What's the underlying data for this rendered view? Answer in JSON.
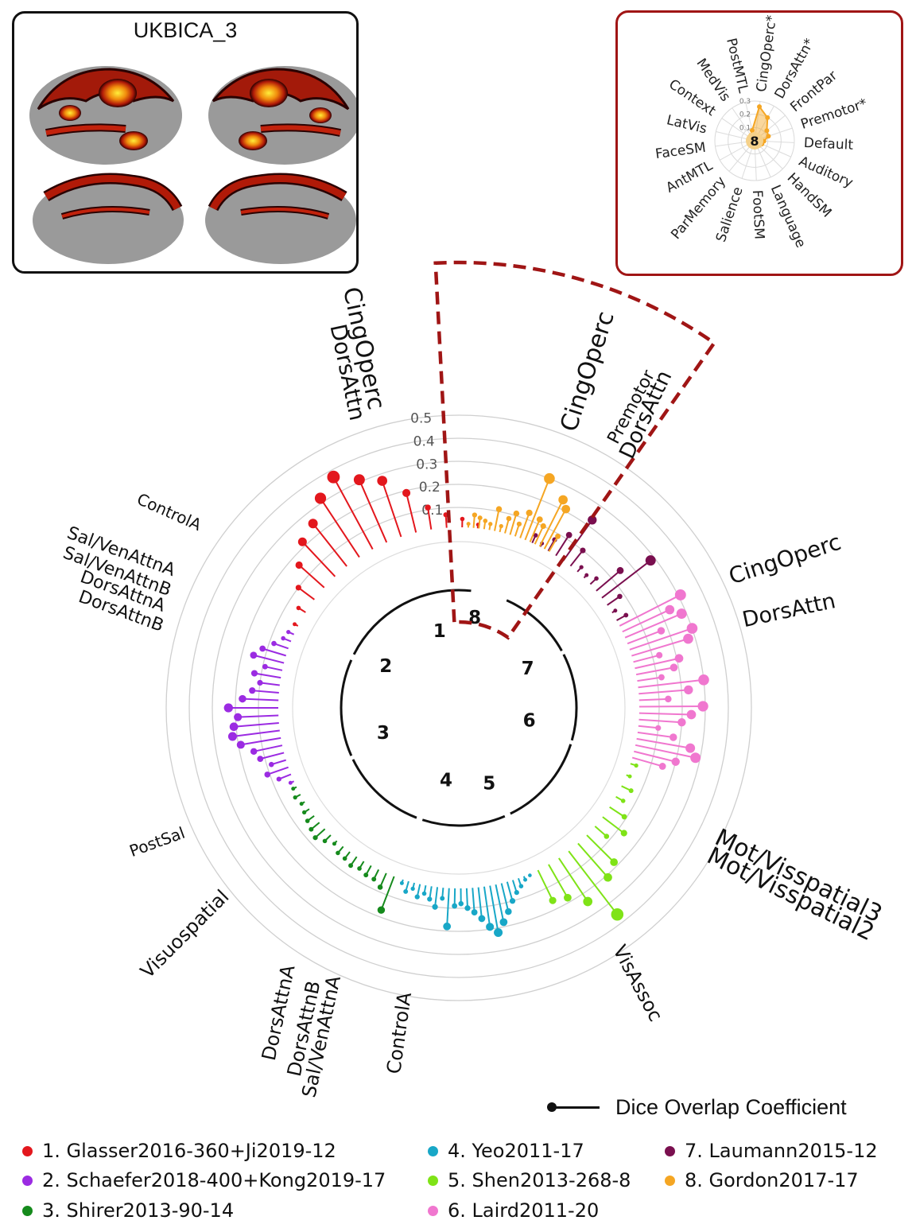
{
  "brain_panel": {
    "title": "UKBICA_3",
    "image": "brain-surface-maps"
  },
  "radar_panel": {
    "center_label": "8",
    "ticks": [
      "0.1",
      "0.2",
      "0.3"
    ],
    "labels": [
      "CingOperc*",
      "DorsAttn*",
      "FrontPar",
      "Premotor*",
      "Default",
      "Auditory",
      "HandSM",
      "Language",
      "FootSM",
      "Salience",
      "ParMemory",
      "AntMTL",
      "FaceSM",
      "LatVis",
      "Context",
      "MedVis",
      "PostMTL"
    ],
    "values": [
      0.26,
      0.2,
      0.12,
      0.11,
      0.07,
      0.06,
      0.05,
      0.04,
      0.03,
      0.03,
      0.03,
      0.03,
      0.03,
      0.04,
      0.04,
      0.05,
      0.08
    ],
    "color": "#f5a623"
  },
  "chart_data": {
    "type": "circular-lollipop",
    "r_ticks": [
      "0.1",
      "0.2",
      "0.3",
      "0.4",
      "0.5"
    ],
    "r_max": 0.5,
    "sector_labels": [
      "1",
      "2",
      "3",
      "4",
      "5",
      "6",
      "7",
      "8"
    ],
    "highlight_sector": 8,
    "series": [
      {
        "name": "1. Glasser2016-360+Ji2019-12",
        "color": "#e3171d",
        "values": [
          0.03,
          0.05,
          0.1,
          0.16,
          0.22,
          0.25,
          0.32,
          0.37,
          0.31,
          0.27,
          0.19,
          0.11,
          0.07,
          0.05,
          0.03
        ]
      },
      {
        "name": "2. Schaefer2018-400+Kong2019-17",
        "color": "#9b2be2",
        "values": [
          0.03,
          0.07,
          0.11,
          0.08,
          0.12,
          0.14,
          0.19,
          0.22,
          0.21,
          0.19,
          0.23,
          0.17,
          0.13,
          0.1,
          0.13,
          0.09,
          0.15,
          0.12,
          0.08,
          0.05,
          0.04
        ]
      },
      {
        "name": "3. Shirer2013-90-14",
        "color": "#158a1c",
        "values": [
          0.17,
          0.08,
          0.06,
          0.06,
          0.05,
          0.06,
          0.05,
          0.05,
          0.03,
          0.05,
          0.07,
          0.06,
          0.05,
          0.04,
          0.03,
          0.04,
          0.03
        ]
      },
      {
        "name": "4. Yeo2011-17",
        "color": "#18a7c7",
        "values": [
          0.02,
          0.03,
          0.05,
          0.07,
          0.1,
          0.14,
          0.18,
          0.22,
          0.19,
          0.15,
          0.12,
          0.1,
          0.08,
          0.09,
          0.18,
          0.06,
          0.1,
          0.07,
          0.05,
          0.07,
          0.04,
          0.06,
          0.03
        ]
      },
      {
        "name": "5. Shen2013-268-8",
        "color": "#7fe317",
        "values": [
          0.04,
          0.03,
          0.06,
          0.05,
          0.09,
          0.13,
          0.08,
          0.18,
          0.21,
          0.36,
          0.24,
          0.18,
          0.16
        ]
      },
      {
        "name": "6. Laird2011-20",
        "color": "#f077cf",
        "values": [
          0.31,
          0.24,
          0.28,
          0.17,
          0.3,
          0.27,
          0.13,
          0.21,
          0.18,
          0.12,
          0.3,
          0.23,
          0.14,
          0.29,
          0.24,
          0.2,
          0.1,
          0.17,
          0.25,
          0.28,
          0.2,
          0.15
        ]
      },
      {
        "name": "7. Laumann2015-12",
        "color": "#7a0f4f",
        "values": [
          0.05,
          0.03,
          0.07,
          0.12,
          0.23,
          0.1,
          0.04,
          0.03,
          0.05,
          0.15,
          0.28,
          0.08,
          0.03,
          0.06
        ]
      },
      {
        "name": "8. Gordon2017-17",
        "color": "#f5a623",
        "values": [
          0.03,
          0.07,
          0.06,
          0.05,
          0.04,
          0.11,
          0.04,
          0.08,
          0.11,
          0.07,
          0.13,
          0.3,
          0.12,
          0.1,
          0.24,
          0.21,
          0.09
        ]
      }
    ],
    "annotations": [
      {
        "text": "CingOperc",
        "size": 30
      },
      {
        "text": "DorsAttn",
        "size": 28
      },
      {
        "text": "CingOperc",
        "size": 30
      },
      {
        "text": "Premotor",
        "size": 22
      },
      {
        "text": "DorsAttn",
        "size": 27
      },
      {
        "text": "CingOperc",
        "size": 28
      },
      {
        "text": "DorsAttn",
        "size": 27
      },
      {
        "text": "ControlA",
        "size": 20
      },
      {
        "text": "Sal/VenAttnA",
        "size": 22
      },
      {
        "text": "Sal/VenAttnB",
        "size": 22
      },
      {
        "text": "DorsAttnA",
        "size": 22
      },
      {
        "text": "DorsAttnB",
        "size": 22
      },
      {
        "text": "PostSal",
        "size": 20
      },
      {
        "text": "Visuospatial",
        "size": 24
      },
      {
        "text": "DorsAttnA",
        "size": 24
      },
      {
        "text": "DorsAttnB",
        "size": 24
      },
      {
        "text": "Sal/VenAttnA",
        "size": 24
      },
      {
        "text": "ControlA",
        "size": 24
      },
      {
        "text": "VisAssoc",
        "size": 24
      },
      {
        "text": "Mot/Visspatial3",
        "size": 30
      },
      {
        "text": "Mot/Visspatial2",
        "size": 30
      }
    ]
  },
  "dice_legend": {
    "label": "Dice Overlap Coefficient"
  },
  "legend": [
    {
      "label": "1. Glasser2016-360+Ji2019-12",
      "color": "#e3171d"
    },
    {
      "label": "2. Schaefer2018-400+Kong2019-17",
      "color": "#9b2be2"
    },
    {
      "label": "3. Shirer2013-90-14",
      "color": "#158a1c"
    },
    {
      "label": "4. Yeo2011-17",
      "color": "#18a7c7"
    },
    {
      "label": "5. Shen2013-268-8",
      "color": "#7fe317"
    },
    {
      "label": "6. Laird2011-20",
      "color": "#f077cf"
    },
    {
      "label": "7. Laumann2015-12",
      "color": "#7a0f4f"
    },
    {
      "label": "8. Gordon2017-17",
      "color": "#f5a623"
    }
  ]
}
